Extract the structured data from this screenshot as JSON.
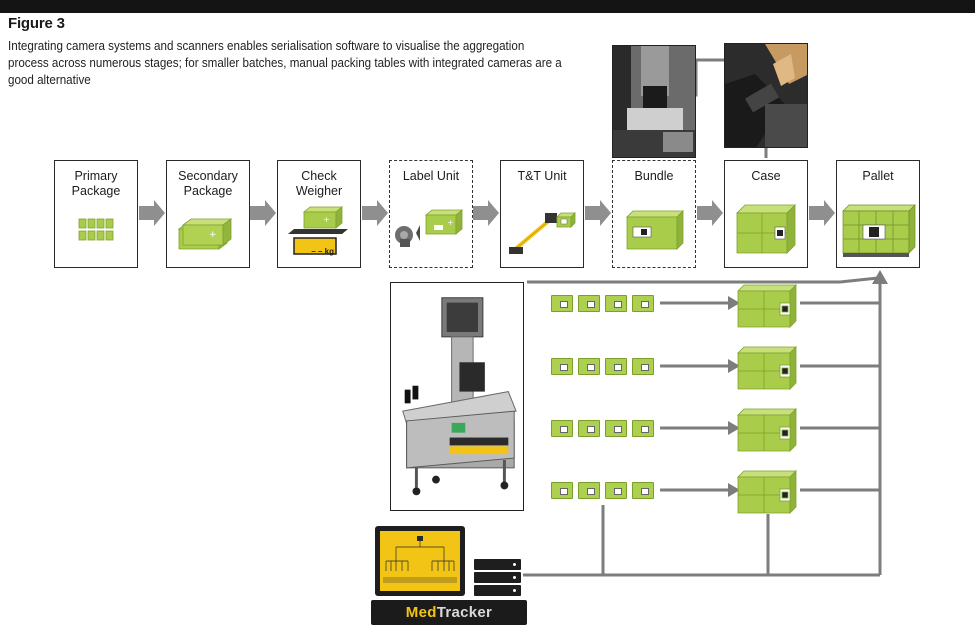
{
  "figure": {
    "title": "Figure 3",
    "caption": "Integrating camera systems and scanners enables serialisation software to visualise the aggregation process across numerous stages; for smaller batches, manual packing tables with integrated cameras are a good alternative"
  },
  "stages": [
    {
      "label": "Primary\nPackage",
      "dashed": false
    },
    {
      "label": "Secondary\nPackage",
      "dashed": false
    },
    {
      "label": "Check\nWeigher",
      "dashed": false
    },
    {
      "label": "Label Unit",
      "dashed": true
    },
    {
      "label": "T&T Unit",
      "dashed": false
    },
    {
      "label": "Bundle",
      "dashed": true
    },
    {
      "label": "Case",
      "dashed": false
    },
    {
      "label": "Pallet",
      "dashed": false
    }
  ],
  "check_weigher": {
    "weight_label": "– – kg"
  },
  "software": {
    "brand_part1": "Med",
    "brand_part2": "Tracker"
  },
  "colors": {
    "product_green": "#a9cc4a",
    "arrow_gray": "#8f8f8f",
    "line_gray": "#7d7d7d",
    "screen_yellow": "#f2c416"
  },
  "icons": [
    "camera-icon",
    "scanner-arm-icon",
    "server-rack-icon",
    "monitor-icon"
  ]
}
